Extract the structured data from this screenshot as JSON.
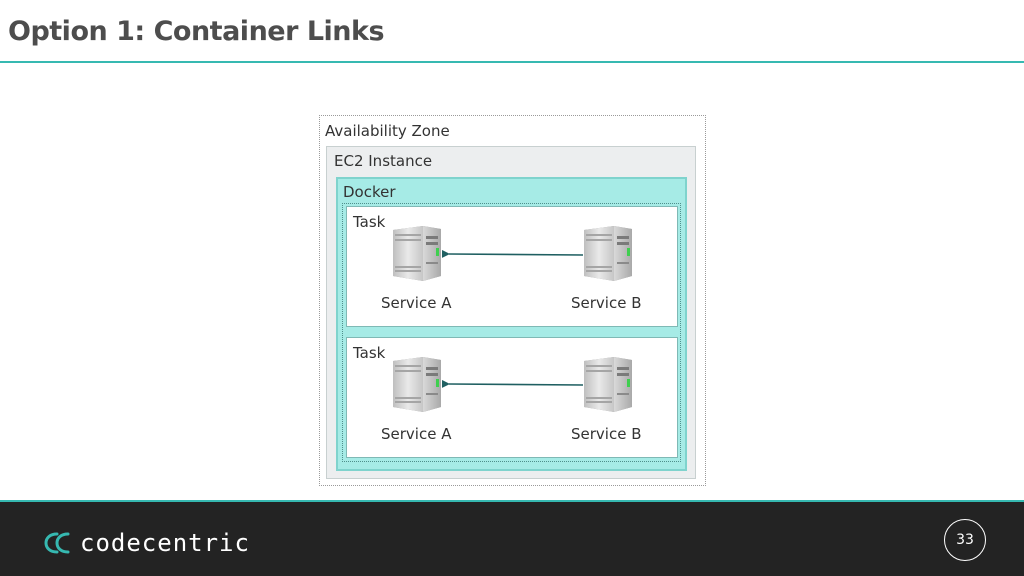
{
  "slide": {
    "title": "Option 1: Container Links",
    "page_number": "33"
  },
  "diagram": {
    "availability_zone_label": "Availability Zone",
    "ec2_label": "EC2 Instance",
    "docker_label": "Docker",
    "tasks": [
      {
        "label": "Task",
        "service_a": "Service A",
        "service_b": "Service B"
      },
      {
        "label": "Task",
        "service_a": "Service A",
        "service_b": "Service B"
      }
    ]
  },
  "footer": {
    "logo_text": "codecentric"
  },
  "colors": {
    "accent": "#36b9b1",
    "docker_fill": "#a6ebe6",
    "arrow": "#1f5f61",
    "footer_bg": "#232323"
  }
}
